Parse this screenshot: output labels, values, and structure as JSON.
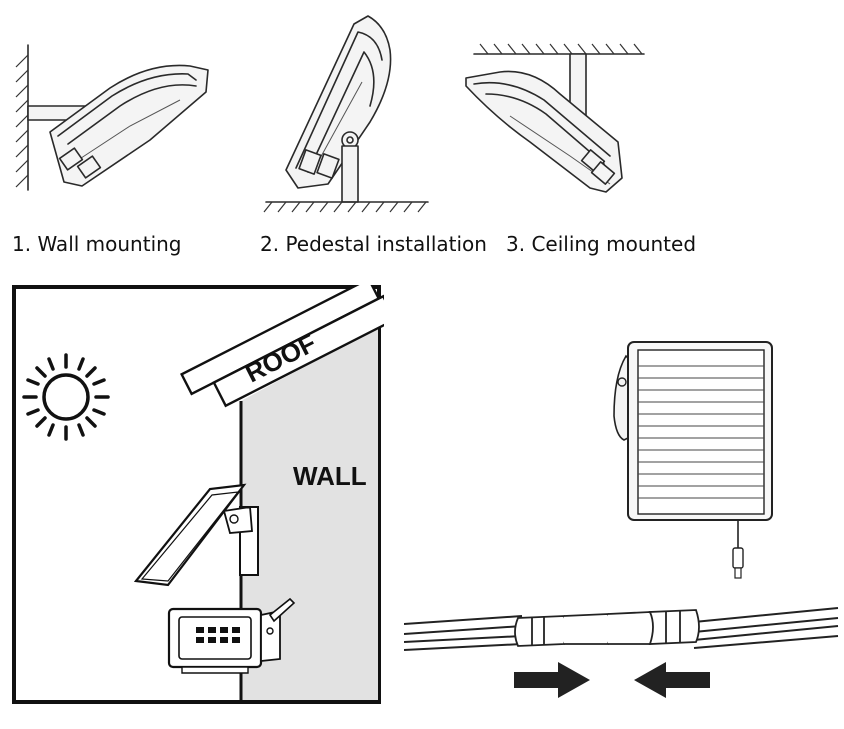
{
  "captions": {
    "wall": "1. Wall mounting",
    "pedestal": "2. Pedestal installation",
    "ceiling": "3. Ceiling mounted"
  },
  "scene": {
    "roof_label": "ROOF",
    "wall_label": "WALL"
  }
}
